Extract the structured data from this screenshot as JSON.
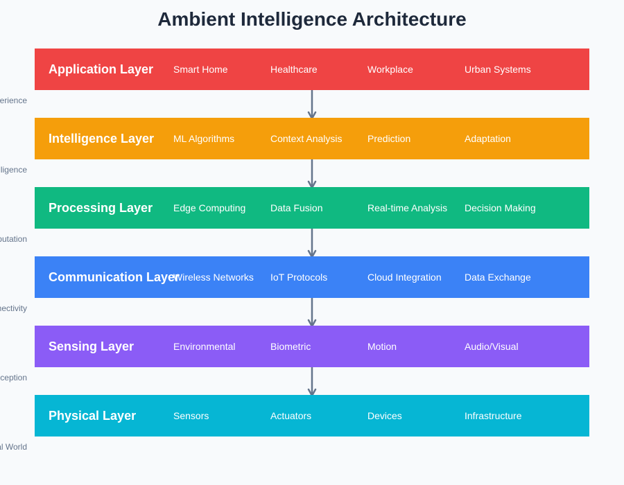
{
  "title": "Ambient Intelligence Architecture",
  "colors": {
    "application": "#ef4444",
    "intelligence": "#f59e0b",
    "processing": "#10b981",
    "communication": "#3b82f6",
    "sensing": "#8b5cf6",
    "physical": "#06b6d4",
    "arrow": "#64748b"
  },
  "layers": [
    {
      "name": "Application Layer",
      "components": [
        "Smart Home",
        "Healthcare",
        "Workplace",
        "Urban Systems"
      ],
      "side_label": "erience"
    },
    {
      "name": "Intelligence Layer",
      "components": [
        "ML Algorithms",
        "Context Analysis",
        "Prediction",
        "Adaptation"
      ],
      "side_label": "lligence"
    },
    {
      "name": "Processing Layer",
      "components": [
        "Edge Computing",
        "Data Fusion",
        "Real-time Analysis",
        "Decision Making"
      ],
      "side_label": "putation"
    },
    {
      "name": "Communication Layer",
      "components": [
        "Wireless Networks",
        "IoT Protocols",
        "Cloud Integration",
        "Data Exchange"
      ],
      "side_label": "nectivity"
    },
    {
      "name": "Sensing Layer",
      "components": [
        "Environmental",
        "Biometric",
        "Motion",
        "Audio/Visual"
      ],
      "side_label": "ception"
    },
    {
      "name": "Physical Layer",
      "components": [
        "Sensors",
        "Actuators",
        "Devices",
        "Infrastructure"
      ],
      "side_label": "al World"
    }
  ]
}
